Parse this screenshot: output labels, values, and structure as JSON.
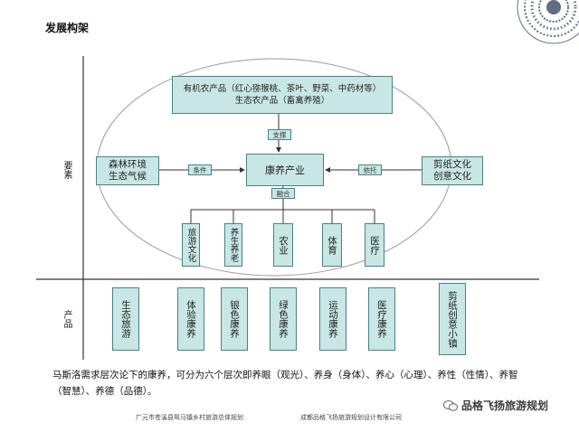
{
  "title": "发展构架",
  "axis_labels": {
    "elements": "要素",
    "products": "产品"
  },
  "top_box": {
    "line1": "有机农产品（红心猕猴桃、茶叶、野菜、中药材等）",
    "line2": "生态农产品（畜禽养殖）"
  },
  "center_box": "康养产业",
  "left_box": {
    "line1": "森林环境",
    "line2": "生态气候"
  },
  "right_box": {
    "line1": "剪纸文化",
    "line2": "创意文化"
  },
  "connectors": {
    "support": "支撑",
    "condition": "条件",
    "rely": "依托",
    "fusion": "融合"
  },
  "fusion_items": [
    "旅游文化",
    "养生养老",
    "农业",
    "体育",
    "医疗"
  ],
  "products": [
    "生态旅游",
    "体验康养",
    "银色康养",
    "绿色康养",
    "运动康养",
    "医疗康养",
    "剪纸创意小镇"
  ],
  "description": "马斯洛需求层次论下的康养，可分为六个层次即养眼（观光）、养身（身体）、养心（心理）、养性（性情）、养智（智慧）、养德（品德）。",
  "footer": {
    "left": "广元市苍溪县鸳马镇乡村旅游总体规划",
    "right": "成都品格飞扬旅游规划设计有限公司"
  },
  "brand": "品格飞扬旅游规划",
  "colors": {
    "box_fill": "#c8e7e4",
    "box_border": "#4a7f86",
    "line": "#333333"
  }
}
